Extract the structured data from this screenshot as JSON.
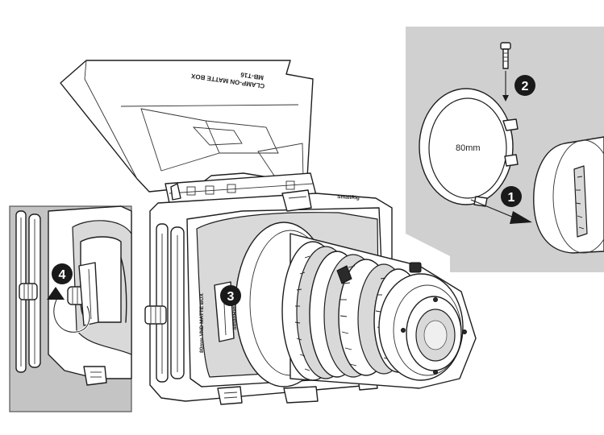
{
  "flag_print": {
    "model": "MB-T16",
    "name": "CLAMP-ON MATTE BOX"
  },
  "body_print": {
    "side_text": "80mm VND MATTE BOX",
    "brand": "SmallRig"
  },
  "adapter_ring": {
    "size_label": "80mm"
  },
  "steps": [
    {
      "number": "1"
    },
    {
      "number": "2"
    },
    {
      "number": "3"
    },
    {
      "number": "4"
    }
  ],
  "colors": {
    "line": "#1e1e1e",
    "panel_gray": "#d0d0d0",
    "inset_gray": "#c4c4c4",
    "step_fill": "#1a1a1a"
  },
  "icons": [
    "screw-icon",
    "arrow-icon",
    "rotate-arrow-icon"
  ]
}
